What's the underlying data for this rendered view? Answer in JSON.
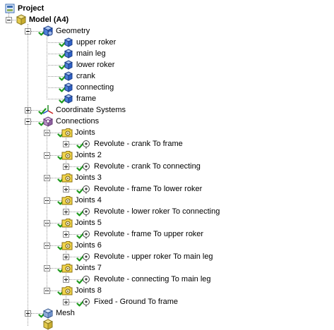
{
  "tree": {
    "project": "Project",
    "model": "Model (A4)",
    "geometry": {
      "label": "Geometry",
      "bodies": [
        "upper roker",
        "main leg",
        "lower roker",
        "crank",
        "connecting",
        "frame"
      ]
    },
    "coordinate_systems": "Coordinate Systems",
    "connections": {
      "label": "Connections",
      "joint_groups": [
        {
          "label": "Joints",
          "child": "Revolute - crank To frame"
        },
        {
          "label": "Joints 2",
          "child": "Revolute - crank To connecting"
        },
        {
          "label": "Joints 3",
          "child": "Revolute - frame To lower roker"
        },
        {
          "label": "Joints 4",
          "child": "Revolute - lower roker To connecting"
        },
        {
          "label": "Joints 5",
          "child": "Revolute - frame To upper roker"
        },
        {
          "label": "Joints 6",
          "child": "Revolute - upper roker To main leg"
        },
        {
          "label": "Joints 7",
          "child": "Revolute - connecting To main leg"
        },
        {
          "label": "Joints 8",
          "child": "Fixed - Ground To frame"
        }
      ]
    },
    "mesh": "Mesh"
  },
  "colors": {
    "check_green": "#1e9b1e",
    "cube_blue": "#2f62c8",
    "folder_yellow": "#f2d64b",
    "selection_none": "#ffffff"
  },
  "icons": {
    "project": "project-icon",
    "model": "model-icon",
    "geometry": "geometry-icon",
    "body": "body-cube-icon",
    "coordinate_systems": "axes-icon",
    "connections": "connections-icon",
    "joint_group": "joint-folder-icon",
    "revolute": "revolute-joint-icon",
    "fixed": "fixed-joint-icon",
    "mesh": "mesh-icon"
  }
}
